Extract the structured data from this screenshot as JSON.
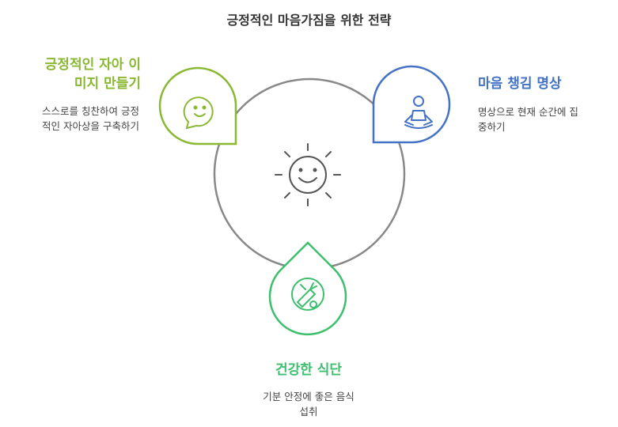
{
  "title": "긍정적인 마음가짐을 위한 전략",
  "colors": {
    "ring": "#888888",
    "green_light": "#8ab833",
    "blue": "#4472c4",
    "green": "#3dbf6e",
    "text_dark": "#333333"
  },
  "items": [
    {
      "heading": "긍정적인 자아 이미지 만들기",
      "heading_line1": "긍정적인 자아 이",
      "heading_line2": "미지 만들기",
      "desc_line1": "스스로를 칭찬하여 긍정",
      "desc_line2": "적인 자아상을 구축하기",
      "icon": "smiling-speech-bubble-icon"
    },
    {
      "heading": "마음 챙김 명상",
      "desc_line1": "명상으로 현재 순간에 집",
      "desc_line2": "중하기",
      "icon": "meditation-person-icon"
    },
    {
      "heading": "건강한 식단",
      "desc_line1": "기분 안정에 좋은 음식",
      "desc_line2": "섭취",
      "icon": "carrot-vegetables-icon"
    }
  ],
  "center_icon": "sun-smile-icon"
}
